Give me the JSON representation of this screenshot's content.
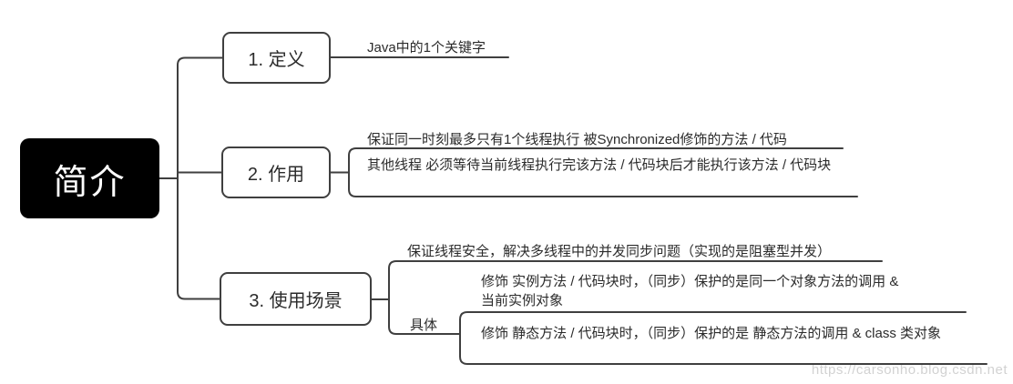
{
  "root": {
    "label": "简介"
  },
  "branches": [
    {
      "label": "1. 定义",
      "children": [
        {
          "label": "Java中的1个关键字"
        }
      ]
    },
    {
      "label": "2. 作用",
      "children": [
        {
          "label": "保证同一时刻最多只有1个线程执行 被Synchronized修饰的方法 / 代码"
        },
        {
          "label": "其他线程 必须等待当前线程执行完该方法 / 代码块后才能执行该方法 / 代码块"
        }
      ]
    },
    {
      "label": "3. 使用场景",
      "children": [
        {
          "label": "保证线程安全，解决多线程中的并发同步问题（实现的是阻塞型并发）"
        },
        {
          "label": "具体",
          "children": [
            {
              "label": "修饰 实例方法 / 代码块时，（同步）保护的是同一个对象方法的调用 & 当前实例对象"
            },
            {
              "label": "修饰 静态方法 / 代码块时，（同步）保护的是 静态方法的调用 & class 类对象"
            }
          ]
        }
      ]
    }
  ],
  "watermark": "https://carsonho.blog.csdn.net",
  "colors": {
    "line": "#3f3f3f",
    "text": "#2b2b2b",
    "root_bg": "#000000",
    "root_text": "#ffffff",
    "watermark": "#d2d2d2"
  }
}
